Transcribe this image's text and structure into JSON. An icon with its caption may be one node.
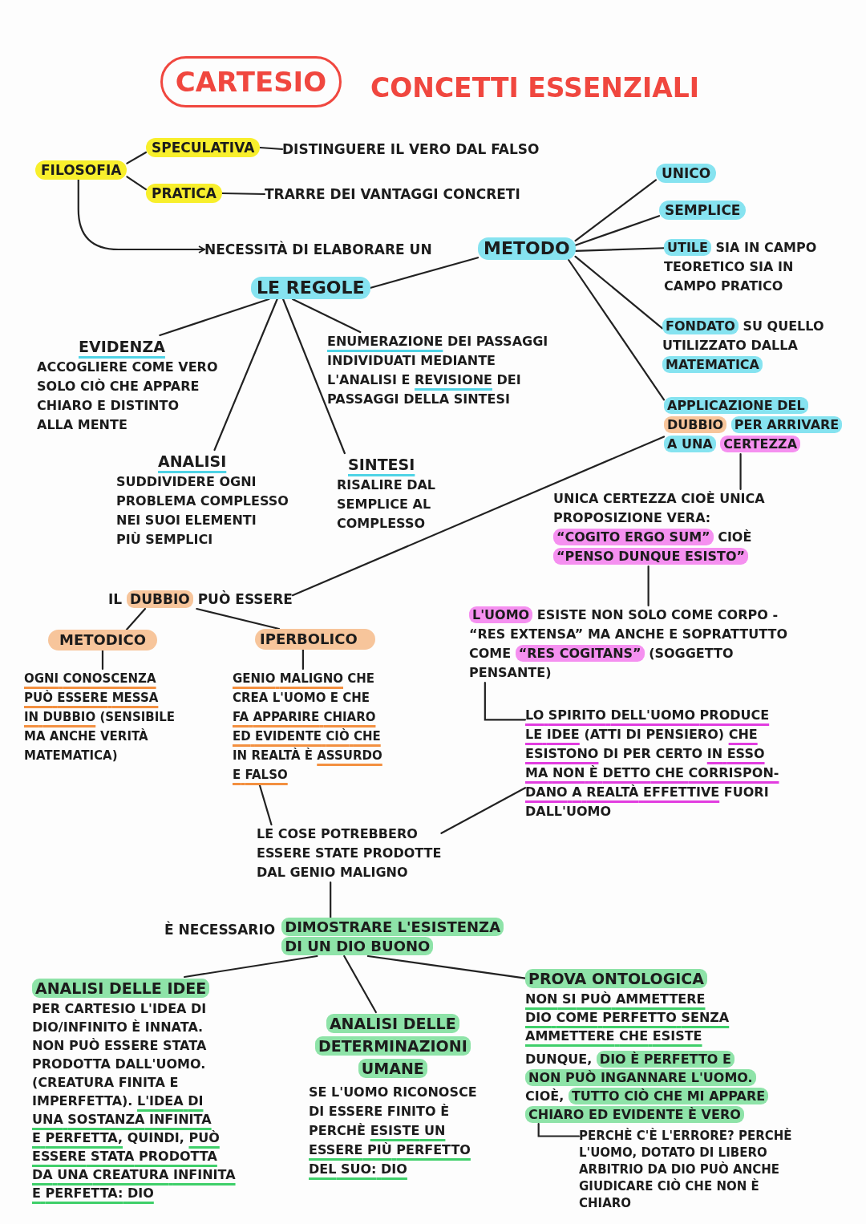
{
  "diagram": {
    "title": "CONCETTI ESSENZIALI",
    "nodes": [
      {
        "text": [
          "CARTESIO"
        ]
      },
      {
        "text": [
          "FILOSOFIA"
        ]
      },
      {
        "text": [
          "SPECULATIVA"
        ]
      },
      {
        "text": [
          "DISTINGUERE IL VERO DAL FALSO"
        ]
      },
      {
        "text": [
          "PRATICA"
        ]
      },
      {
        "text": [
          "TRARRE DEI VANTAGGI CONCRETI"
        ]
      },
      {
        "text": [
          "UNICO"
        ]
      },
      {
        "text": [
          "SEMPLICE"
        ]
      },
      {
        "text": [
          "NECESSITÀ DI ELABORARE UN"
        ]
      },
      {
        "text": [
          "METODO"
        ]
      },
      {
        "text": [
          "UTILE SIA IN CAMPO TEORETICO SIA IN CAMPO PRATICO"
        ]
      },
      {
        "text": [
          "LE REGOLE"
        ]
      },
      {
        "text": [
          "FONDATO SU QUELLO UTILIZZATO DALLA MATEMATICA"
        ]
      },
      {
        "text": [
          "EVIDENZA",
          "ACCOGLIERE COME VERO SOLO CIÒ CHE APPARE CHIARO E DISTINTO ALLA MENTE"
        ]
      },
      {
        "text": [
          "ENUMERAZIONE DEI PASSAGGI INDIVIDUATI MEDIANTE L'ANALISI E REVISIONE DEI PASSAGGI DELLA SINTESI"
        ]
      },
      {
        "text": [
          "APPLICAZIONE DEL DUBBIO PER ARRIVARE A UNA CERTEZZA"
        ]
      },
      {
        "text": [
          "ANALISI",
          "SUDDIVIDERE OGNI PROBLEMA COMPLESSO NEI SUOI ELEMENTI PIÙ SEMPLICI"
        ]
      },
      {
        "text": [
          "SINTESI",
          "RISALIRE DAL SEMPLICE AL COMPLESSO"
        ]
      },
      {
        "text": [
          "UNICA CERTEZZA CIOÈ UNICA PROPOSIZIONE VERA: “COGITO ERGO SUM” CIOÈ “PENSO DUNQUE ESISTO”"
        ]
      },
      {
        "text": [
          "IL DUBBIO PUÒ ESSERE"
        ]
      },
      {
        "text": [
          "METODICO"
        ]
      },
      {
        "text": [
          "IPERBOLICO"
        ]
      },
      {
        "text": [
          "L'UOMO ESISTE NON SOLO COME CORPO - “RES EXTENSA” MA ANCHE E SOPRATTUTTO COME “RES COGITANS” (SOGGETTO PENSANTE)"
        ]
      },
      {
        "text": [
          "OGNI CONOSCENZA PUÒ ESSERE MESSA IN DUBBIO (SENSIBILE MA ANCHE VERITÀ MATEMATICA)"
        ]
      },
      {
        "text": [
          "GENIO MALIGNO CHE CREA L'UOMO E CHE FA APPARIRE CHIARO ED EVIDENTE CIÒ CHE IN REALTÀ È ASSURDO E FALSO"
        ]
      },
      {
        "text": [
          "LO SPIRITO DELL'UOMO PRODUCE LE IDEE (ATTI DI PENSIERO) CHE ESISTONO DI PER CERTO IN ESSO MA NON È DETTO CHE CORRISPON- DANO A REALTÀ EFFETTIVE FUORI DALL'UOMO"
        ]
      },
      {
        "text": [
          "LE COSE POTREBBERO ESSERE STATE PRODOTTE DAL GENIO MALIGNO"
        ]
      },
      {
        "text": [
          "È NECESSARIO",
          "DIMOSTRARE L'ESISTENZA DI UN DIO BUONO"
        ]
      },
      {
        "text": [
          "ANALISI DELLE IDEE",
          "PER CARTESIO L'IDEA DI DIO/INFINITO È INNATA. NON PUÒ ESSERE STATA PRODOTTA DALL'UOMO. (CREATURA FINITA E IMPERFETTA). L'IDEA DI UNA SOSTANZA INFINITA E PERFETTA, QUINDI, PUÒ ESSERE STATA PRODOTTA DA UNA CREATURA INFINITA E PERFETTA: DIO"
        ]
      },
      {
        "text": [
          "ANALISI DELLE DETERMINAZIONI UMANE",
          "SE L'UOMO RICONOSCE DI ESSERE FINITO È PERCHÈ ESISTE UN ESSERE PIÙ PERFETTO DEL SUO: DIO"
        ]
      },
      {
        "text": [
          "PROVA ONTOLOGICA",
          "NON SI PUÒ AMMETTERE DIO COME PERFETTO SENZA AMMETTERE CHE ESISTE",
          "DUNQUE, DIO È PERFETTO E NON PUÒ INGANNARE L'UOMO. CIOÈ, TUTTO CIÒ CHE MI APPARE CHIARO ED EVIDENTE È VERO"
        ]
      },
      {
        "text": [
          "PERCHÈ C'È L'ERRORE? PERCHÈ L'UOMO, DOTATO DI LIBERO ARBITRIO DA DIO PUÒ ANCHE GIUDICARE CIÒ CHE NON È CHIARO"
        ]
      }
    ],
    "edges": [
      {
        "from": 1,
        "to": 2,
        "arrow": "none"
      },
      {
        "from": 1,
        "to": 4,
        "arrow": "none"
      },
      {
        "from": 2,
        "to": 3,
        "arrow": "none"
      },
      {
        "from": 4,
        "to": 5,
        "arrow": "none"
      },
      {
        "from": 1,
        "to": 8,
        "arrow": "to"
      },
      {
        "from": 9,
        "to": 11,
        "arrow": "none"
      },
      {
        "from": 9,
        "to": 6,
        "arrow": "none"
      },
      {
        "from": 9,
        "to": 7,
        "arrow": "none"
      },
      {
        "from": 9,
        "to": 10,
        "arrow": "none"
      },
      {
        "from": 9,
        "to": 12,
        "arrow": "none"
      },
      {
        "from": 9,
        "to": 15,
        "arrow": "none"
      },
      {
        "from": 11,
        "to": 13,
        "arrow": "none"
      },
      {
        "from": 11,
        "to": 16,
        "arrow": "none"
      },
      {
        "from": 11,
        "to": 17,
        "arrow": "none"
      },
      {
        "from": 11,
        "to": 14,
        "arrow": "none"
      },
      {
        "from": 15,
        "to": 18,
        "arrow": "none"
      },
      {
        "from": 15,
        "to": 19,
        "arrow": "none"
      },
      {
        "from": 18,
        "to": 22,
        "arrow": "none"
      },
      {
        "from": 19,
        "to": 20,
        "arrow": "none"
      },
      {
        "from": 19,
        "to": 21,
        "arrow": "none"
      },
      {
        "from": 20,
        "to": 23,
        "arrow": "none"
      },
      {
        "from": 21,
        "to": 24,
        "arrow": "none"
      },
      {
        "from": 22,
        "to": 25,
        "arrow": "none"
      },
      {
        "from": 24,
        "to": 26,
        "arrow": "none"
      },
      {
        "from": 25,
        "to": 26,
        "arrow": "none"
      },
      {
        "from": 26,
        "to": 27,
        "arrow": "none"
      },
      {
        "from": 27,
        "to": 28,
        "arrow": "none"
      },
      {
        "from": 27,
        "to": 29,
        "arrow": "none"
      },
      {
        "from": 27,
        "to": 30,
        "arrow": "none"
      },
      {
        "from": 30,
        "to": 31,
        "arrow": "none"
      }
    ]
  }
}
